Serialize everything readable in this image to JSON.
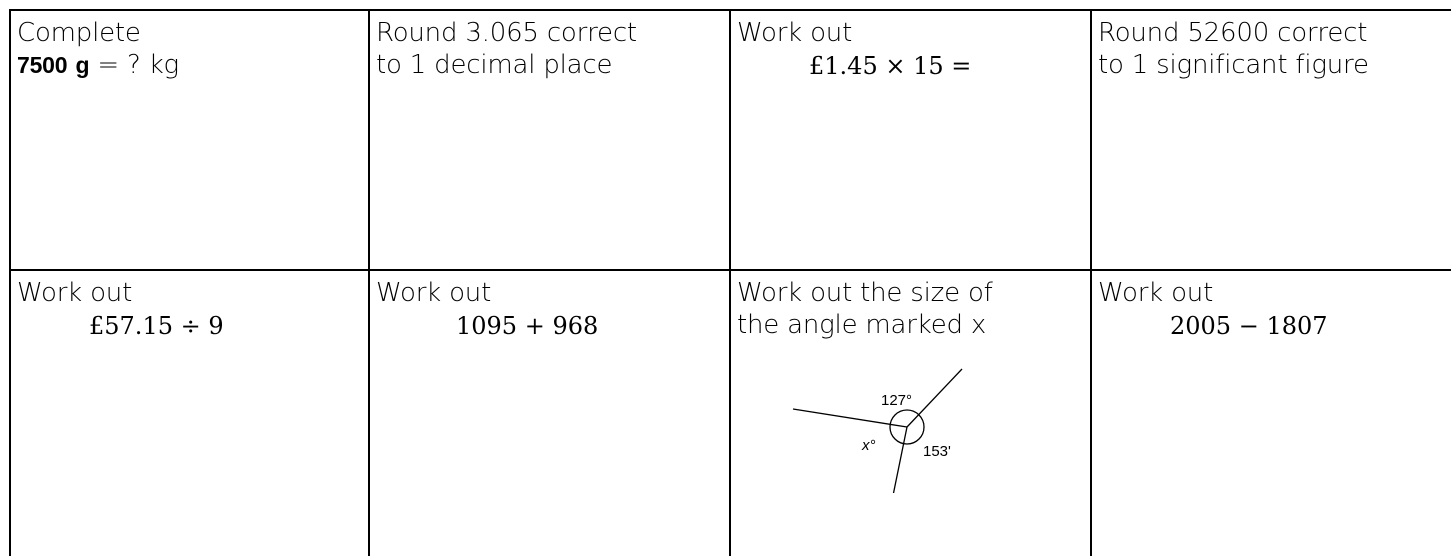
{
  "cells": {
    "convert": {
      "line1": "Complete",
      "value": "7500",
      "unit_bold": "g",
      "rest": " =  ? kg"
    },
    "round_decimal": {
      "line1": "Round 3.065 correct",
      "line2": "to 1 decimal place"
    },
    "multiply": {
      "line1": "Work out",
      "expression": "£1.45 × 15 ="
    },
    "round_sigfig": {
      "line1": "Round  52600 correct",
      "line2": "to 1 significant figure"
    },
    "divide": {
      "line1": "Work out",
      "expression": "£57.15 ÷ 9"
    },
    "add": {
      "line1": "Work out",
      "expression": "1095 + 968"
    },
    "angle": {
      "line1": "Work out the size of",
      "line2": "the angle marked x",
      "label_top": "127°",
      "label_x": "x°",
      "label_right": "153'"
    },
    "subtract": {
      "line1": "Work out",
      "expression": "2005 − 1807"
    }
  }
}
